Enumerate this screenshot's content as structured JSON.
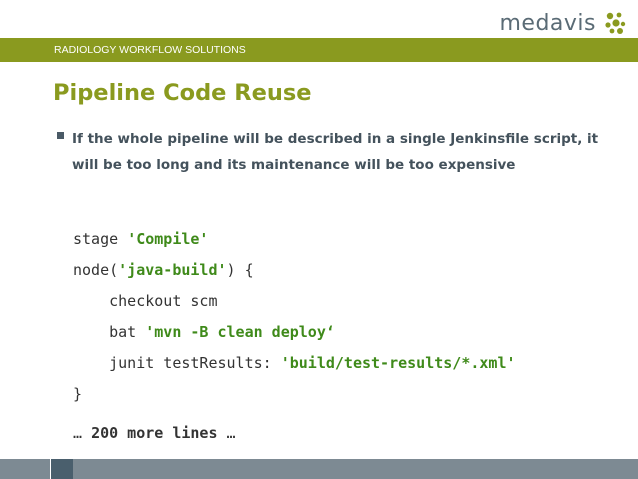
{
  "header": {
    "logo_text": "medavis",
    "bar_text": "RADIOLOGY WORKFLOW SOLUTIONS"
  },
  "slide": {
    "title": "Pipeline Code Reuse",
    "bullet": "If the whole pipeline will be described in a single Jenkinsfile script, it will be too long and its maintenance will be too expensive"
  },
  "code": {
    "line1_kw": "stage ",
    "line1_str": "'Compile'",
    "line2_kw": "node(",
    "line2_str": "'java-build'",
    "line2_end": ") {",
    "line3": "    checkout scm",
    "line4_kw": "    bat ",
    "line4_str": "'mvn -B clean deploy‘",
    "line5_kw": "    junit testResults: ",
    "line5_str": "'build/test-results/*.xml'",
    "line6": "}"
  },
  "footer_note": {
    "prefix": "… ",
    "bold": "200 more lines",
    "suffix": " …"
  },
  "colors": {
    "accent": "#8a9a1f",
    "code_string": "#3f8a1a",
    "text_gray": "#44525c"
  }
}
